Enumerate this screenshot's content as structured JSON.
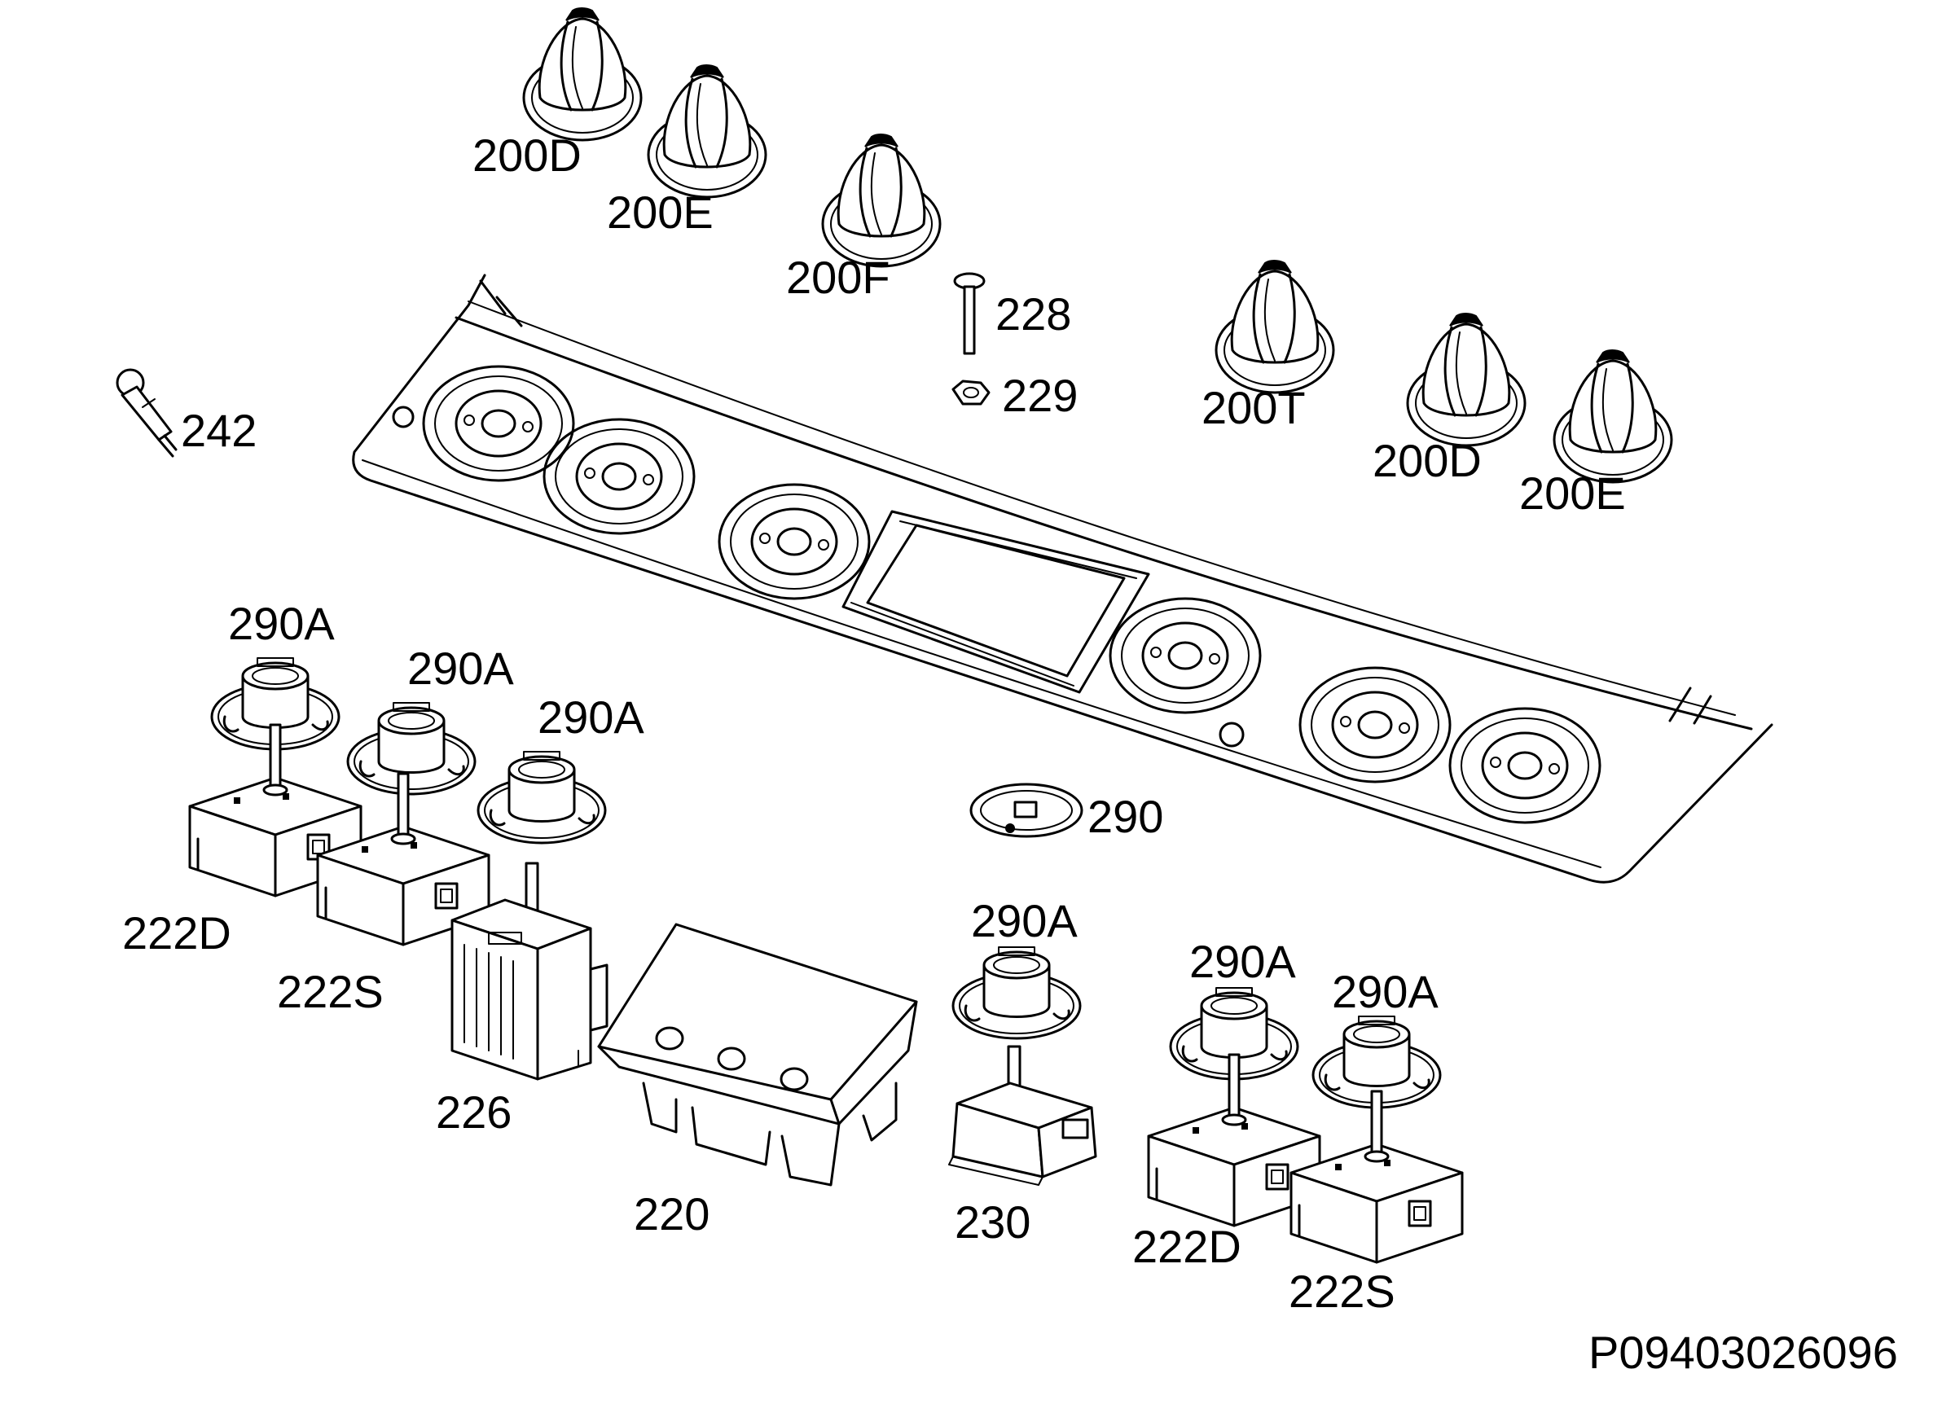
{
  "parts": [
    {
      "key": "knob_200D_a",
      "label": "200D"
    },
    {
      "key": "knob_200E_a",
      "label": "200E"
    },
    {
      "key": "knob_200F",
      "label": "200F"
    },
    {
      "key": "screw_228",
      "label": "228"
    },
    {
      "key": "nut_229",
      "label": "229"
    },
    {
      "key": "knob_200T",
      "label": "200T"
    },
    {
      "key": "knob_200D_b",
      "label": "200D"
    },
    {
      "key": "knob_200E_b",
      "label": "200E"
    },
    {
      "key": "probe_242",
      "label": "242"
    },
    {
      "key": "bezel_290A_1",
      "label": "290A"
    },
    {
      "key": "bezel_290A_2",
      "label": "290A"
    },
    {
      "key": "bezel_290A_3",
      "label": "290A"
    },
    {
      "key": "disc_290",
      "label": "290"
    },
    {
      "key": "switch_222D_a",
      "label": "222D"
    },
    {
      "key": "switch_222S_a",
      "label": "222S"
    },
    {
      "key": "selector_226",
      "label": "226"
    },
    {
      "key": "timer_220",
      "label": "220"
    },
    {
      "key": "bezel_290A_4",
      "label": "290A"
    },
    {
      "key": "thermostat_230",
      "label": "230"
    },
    {
      "key": "bezel_290A_5",
      "label": "290A"
    },
    {
      "key": "bezel_290A_6",
      "label": "290A"
    },
    {
      "key": "switch_222D_b",
      "label": "222D"
    },
    {
      "key": "switch_222S_b",
      "label": "222S"
    }
  ],
  "drawing_ref": "P09403026096"
}
